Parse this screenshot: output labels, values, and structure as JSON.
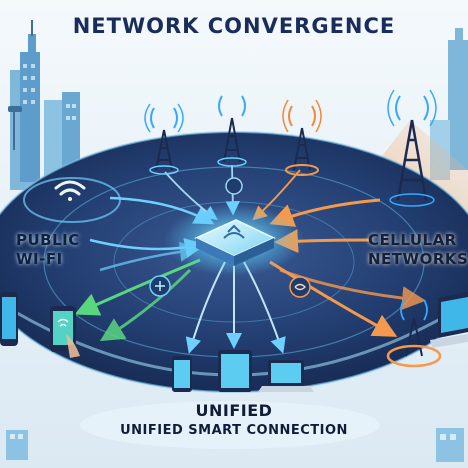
{
  "title": "NETWORK CONVERGENCE",
  "labels": {
    "wifi_line1": "PUBLIC",
    "wifi_line2": "WI-FI",
    "cellular_line1": "CELLULAR",
    "cellular_line2": "NETWORKS",
    "unified": "UNIFIED",
    "unified_smart": "UNIFIED SMART CONNECTION"
  },
  "colors": {
    "wifi_accent": "#37a8ff",
    "wifi_green": "#4fd07a",
    "cellular_accent": "#f08a3a",
    "hub_glow": "#8fe3ff",
    "platform": "#20376a",
    "title": "#1a2d5a"
  },
  "icons": {
    "towers": [
      "cell-tower-icon",
      "cell-tower-icon",
      "cell-tower-icon",
      "cell-tower-icon"
    ],
    "devices": [
      "smartphone-icon",
      "tablet-icon",
      "laptop-icon"
    ]
  }
}
